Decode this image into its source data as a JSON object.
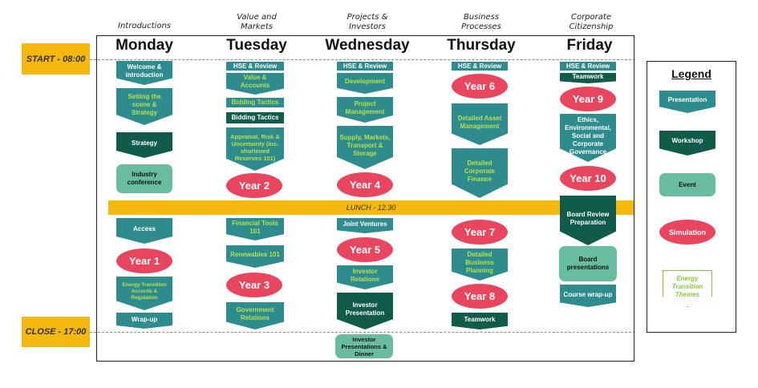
{
  "times": {
    "start": "START - 08:00",
    "close": "CLOSE - 17:00",
    "lunch": "LUNCH - 12.30"
  },
  "days": [
    {
      "subtitle": "Introductions",
      "name": "Monday"
    },
    {
      "subtitle": "Value and Markets",
      "name": "Tuesday"
    },
    {
      "subtitle": "Projects & Investors",
      "name": "Wednesday"
    },
    {
      "subtitle": "Business Processes",
      "name": "Thursday"
    },
    {
      "subtitle": "Corporate Citizenship",
      "name": "Friday"
    }
  ],
  "monday": {
    "welcome": "Welcome & introduction",
    "setting": "Setting the scene & Strategy",
    "strategy": "Strategy",
    "conference": "Industry conference",
    "access": "Access",
    "year1": "Year 1",
    "energy": "Energy Transition Accords & Regulation",
    "wrapup": "Wrap-up"
  },
  "tuesday": {
    "hse": "HSE & Review",
    "value": "Value & Accounts",
    "bidding1": "Bidding Tactics",
    "bidding2": "Bidding Tactics",
    "appraisal": "Appraisal, Risk & Uncertainty (inc. shortened Reserves 101)",
    "year2": "Year 2",
    "financial": "Financial Tools 101",
    "renewables": "Renewables 101",
    "year3": "Year 3",
    "government": "Government Relations"
  },
  "wednesday": {
    "hse": "HSE & Review",
    "development": "Development",
    "project": "Project Management",
    "supply": "Supply, Markets, Transport & Storage",
    "year4": "Year 4",
    "joint": "Joint Ventures",
    "year5": "Year 5",
    "investor_rel": "Investor Relations",
    "investor_pres": "Investor Presentation",
    "dinner": "Investor Presentations & Dinner"
  },
  "thursday": {
    "hse": "HSE & Review",
    "year6": "Year 6",
    "asset": "Detailed Asset Management",
    "finance": "Detailed Corporate Finance",
    "year7": "Year 7",
    "planning": "Detailed Business Planning",
    "year8": "Year 8",
    "teamwork": "Teamwork"
  },
  "friday": {
    "hse": "HSE & Review",
    "teamwork": "Teamwork",
    "year9": "Year 9",
    "ethics": "Ethics, Environmental, Social and Corporate Governance",
    "year10": "Year 10",
    "board_review": "Board Review Preparation",
    "board_pres": "Board presentations",
    "course_wrap": "Course wrap-up"
  },
  "legend": {
    "title": "Legend",
    "presentation": "Presentation",
    "workshop": "Workshop",
    "event": "Event",
    "simulation": "Simulation",
    "themes": "Energy Transition Themes"
  },
  "colors": {
    "presentation": "#2e8c8e",
    "workshop": "#115b4a",
    "event": "#68bd9e",
    "simulation": "#e8455f",
    "theme_text": "#b8e04a",
    "time_band": "#f5b80f"
  }
}
